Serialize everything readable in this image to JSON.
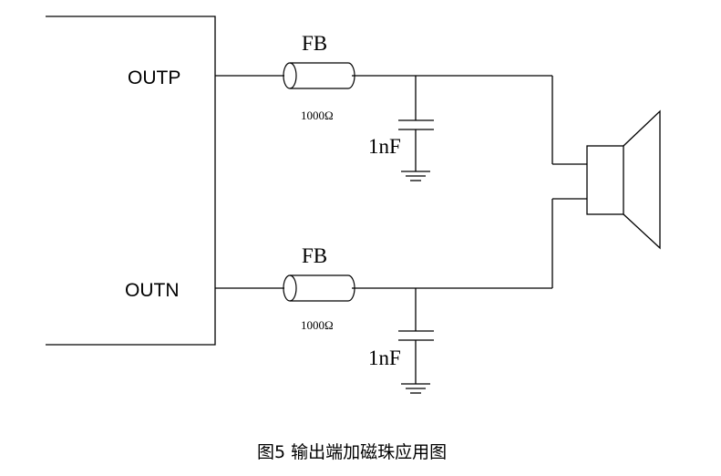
{
  "pins": {
    "outp": "OUTP",
    "outn": "OUTN"
  },
  "ferrite_beads": [
    {
      "label": "FB",
      "value": "1000Ω"
    },
    {
      "label": "FB",
      "value": "1000Ω"
    }
  ],
  "capacitors": [
    {
      "label": "1nF"
    },
    {
      "label": "1nF"
    }
  ],
  "caption": "图5 输出端加磁珠应用图"
}
